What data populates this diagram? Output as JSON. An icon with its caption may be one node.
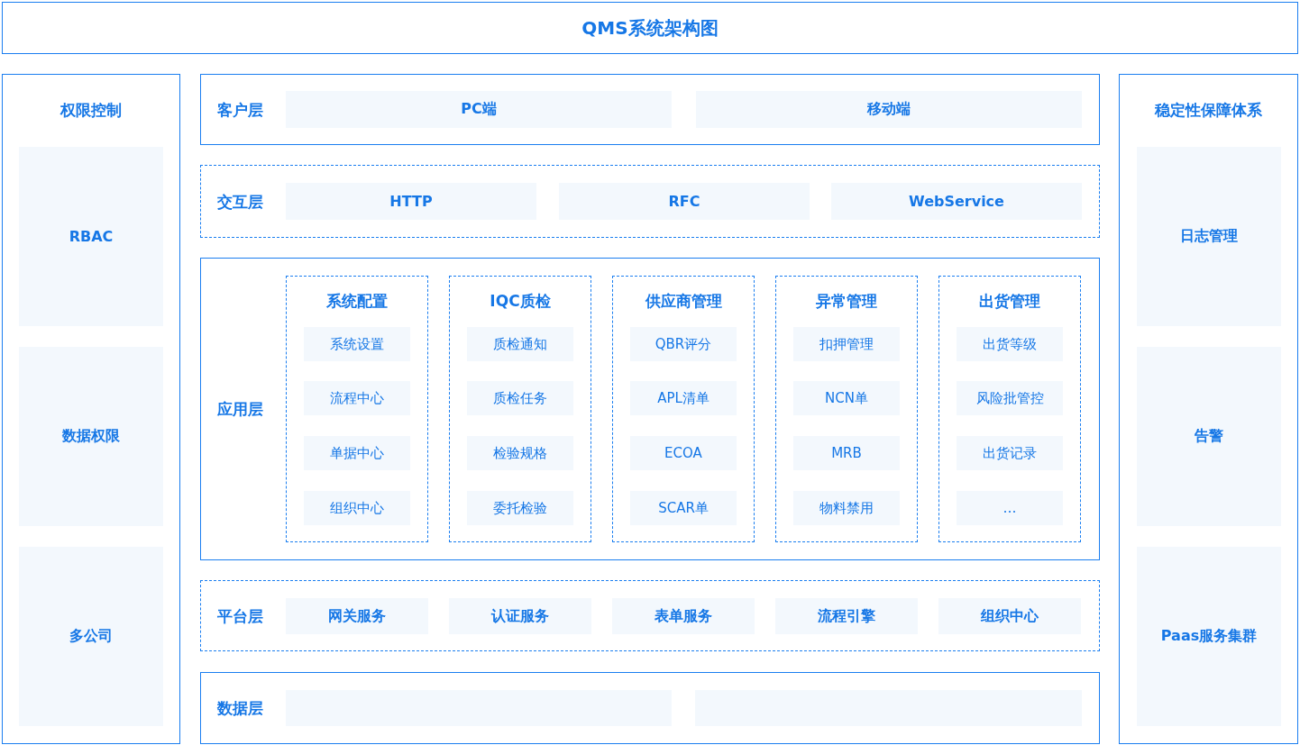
{
  "diagram": {
    "title": "QMS系统架构图",
    "nodes": [
      {
        "text": [
          "权限控制"
        ]
      },
      {
        "text": [
          "RBAC"
        ],
        "in": 0
      },
      {
        "text": [
          "数据权限"
        ],
        "in": 0
      },
      {
        "text": [
          "多公司"
        ],
        "in": 0
      },
      {
        "text": [
          "客户层"
        ]
      },
      {
        "text": [
          "PC端"
        ],
        "in": 4
      },
      {
        "text": [
          "移动端"
        ],
        "in": 4
      },
      {
        "text": [
          "交互层"
        ]
      },
      {
        "text": [
          "HTTP"
        ],
        "in": 7
      },
      {
        "text": [
          "RFC"
        ],
        "in": 7
      },
      {
        "text": [
          "WebService"
        ],
        "in": 7
      },
      {
        "text": [
          "应用层"
        ]
      },
      {
        "text": [
          "系统配置"
        ],
        "in": 11
      },
      {
        "text": [
          "系统设置"
        ],
        "in": 12
      },
      {
        "text": [
          "流程中心"
        ],
        "in": 12
      },
      {
        "text": [
          "单据中心"
        ],
        "in": 12
      },
      {
        "text": [
          "组织中心"
        ],
        "in": 12
      },
      {
        "text": [
          "IQC质检"
        ],
        "in": 11
      },
      {
        "text": [
          "质检通知"
        ],
        "in": 17
      },
      {
        "text": [
          "质检任务"
        ],
        "in": 17
      },
      {
        "text": [
          "检验规格"
        ],
        "in": 17
      },
      {
        "text": [
          "委托检验"
        ],
        "in": 17
      },
      {
        "text": [
          "供应商管理"
        ],
        "in": 11
      },
      {
        "text": [
          "QBR评分"
        ],
        "in": 22
      },
      {
        "text": [
          "APL清单"
        ],
        "in": 22
      },
      {
        "text": [
          "ECOA"
        ],
        "in": 22
      },
      {
        "text": [
          "SCAR单"
        ],
        "in": 22
      },
      {
        "text": [
          "异常管理"
        ],
        "in": 11
      },
      {
        "text": [
          "扣押管理"
        ],
        "in": 27
      },
      {
        "text": [
          "NCN单"
        ],
        "in": 27
      },
      {
        "text": [
          "MRB"
        ],
        "in": 27
      },
      {
        "text": [
          "物料禁用"
        ],
        "in": 27
      },
      {
        "text": [
          "出货管理"
        ],
        "in": 11
      },
      {
        "text": [
          "出货等级"
        ],
        "in": 32
      },
      {
        "text": [
          "风险批管控"
        ],
        "in": 32
      },
      {
        "text": [
          "出货记录"
        ],
        "in": 32
      },
      {
        "text": [
          "…"
        ],
        "in": 32
      },
      {
        "text": [
          "平台层"
        ]
      },
      {
        "text": [
          "网关服务"
        ],
        "in": 37
      },
      {
        "text": [
          "认证服务"
        ],
        "in": 37
      },
      {
        "text": [
          "表单服务"
        ],
        "in": 37
      },
      {
        "text": [
          "流程引擎"
        ],
        "in": 37
      },
      {
        "text": [
          "组织中心"
        ],
        "in": 37
      },
      {
        "text": [
          "数据层"
        ]
      },
      {
        "text": [],
        "shape": "box",
        "in": 43
      },
      {
        "text": [],
        "shape": "box",
        "in": 43
      },
      {
        "text": [
          "稳定性保障体系"
        ]
      },
      {
        "text": [
          "日志管理"
        ],
        "in": 46
      },
      {
        "text": [
          "告警"
        ],
        "in": 46
      },
      {
        "text": [
          "Paas服务集群"
        ],
        "in": 46
      }
    ]
  }
}
